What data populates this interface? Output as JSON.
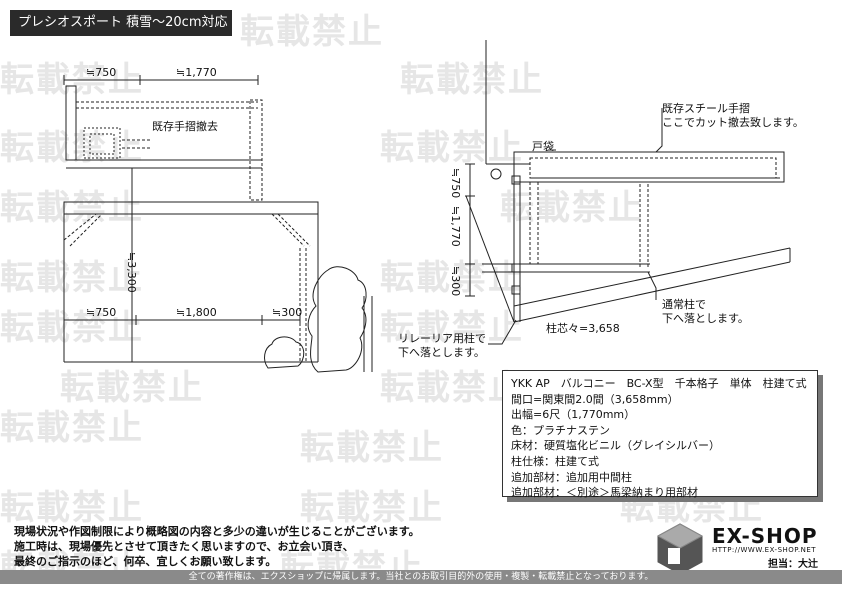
{
  "header": {
    "title": "プレシオスポート 積雪～20cm対応"
  },
  "watermark": "転載禁止",
  "plan_view": {
    "dim_top_left": "≒750",
    "dim_top_right": "≒1,770",
    "dim_vertical": "≒3,300",
    "dim_bottom_left": "≒750",
    "dim_bottom_mid": "≒1,800",
    "dim_bottom_right": "≒300",
    "label_existing_rail": "既存手摺撤去"
  },
  "section_view": {
    "label_existing_steel_1": "既存スチール手摺",
    "label_existing_steel_2": "ここでカット撤去致します。",
    "label_tobukuro": "戸袋",
    "dim_750": "≒750",
    "dim_1770": "≒1,770",
    "dim_300": "≒300",
    "label_normal_post_1": "通常柱で",
    "label_normal_post_2": "下へ落とします。",
    "label_post_pitch": "柱芯々=3,658",
    "label_rear_post_1": "リレーリア用柱で",
    "label_rear_post_2": "下へ落とします。"
  },
  "spec": {
    "line1": "YKK AP　バルコニー　BC-X型　千本格子　単体　柱建て式",
    "line2": "間口=関東間2.0間（3,658mm）",
    "line3": "出幅=6尺（1,770mm）",
    "line4": "色：プラチナステン",
    "line5": "床材：硬質塩化ビニル（グレイシルバー）",
    "line6": "柱仕様：柱建て式",
    "line7": "追加部材：追加用中間柱",
    "line8": "追加部材：＜別途＞馬梁納まり用部材"
  },
  "notes": {
    "line1": "現場状況や作図制限により概略図の内容と多少の違いが生じることがございます。",
    "line2": "施工時は、現場優先とさせて頂きたく思いますので、お立会い頂き、",
    "line3": "最終のご指示のほど、何卒、宜しくお願い致します。"
  },
  "logo": {
    "name": "EX-SHOP",
    "url": "HTTP://WWW.EX-SHOP.NET",
    "staff": "担当：大辻"
  },
  "footer": "全ての著作権は、エクスショップに帰属します。当社とのお取引目的外の使用・複製・転載禁止となっております。"
}
